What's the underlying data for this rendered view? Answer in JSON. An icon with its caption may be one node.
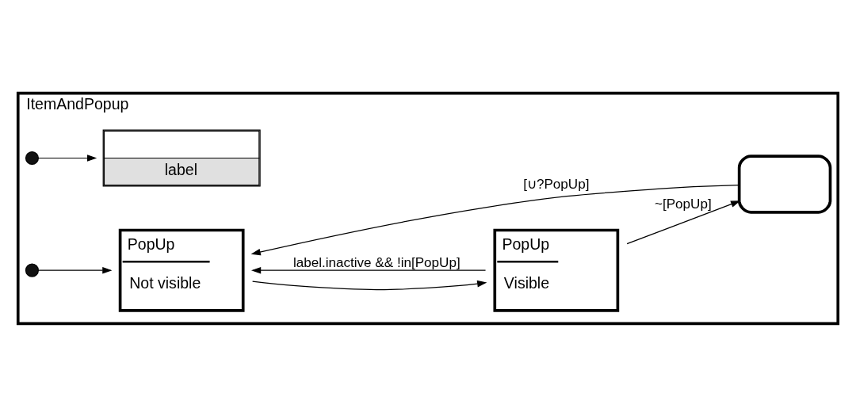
{
  "diagram": {
    "nodes": [
      {
        "text": [
          "ItemAndPopup"
        ]
      },
      {
        "text": [],
        "shape": "circle",
        "in": 0
      },
      {
        "text": [
          "label"
        ],
        "in": 0
      },
      {
        "text": [],
        "shape": "circle",
        "in": 0
      },
      {
        "text": [
          "PopUp",
          "Not visible"
        ],
        "in": 0
      },
      {
        "text": [
          "PopUp",
          "Visible"
        ],
        "in": 0
      },
      {
        "text": [],
        "shape": "box",
        "in": 0
      }
    ],
    "edges": [
      {
        "from": 1,
        "to": 2,
        "arrow": "to"
      },
      {
        "from": 3,
        "to": 4,
        "arrow": "to"
      },
      {
        "from": 4,
        "to": 5,
        "arrow": "to"
      },
      {
        "from": 5,
        "to": 4,
        "arrow": "to",
        "label": "label.inactive && !in[PopUp]"
      },
      {
        "from": 5,
        "to": 6,
        "arrow": "to",
        "label": "~[PopUp]"
      },
      {
        "from": 6,
        "to": 4,
        "arrow": "to",
        "label": "[∪?PopUp]"
      }
    ]
  }
}
